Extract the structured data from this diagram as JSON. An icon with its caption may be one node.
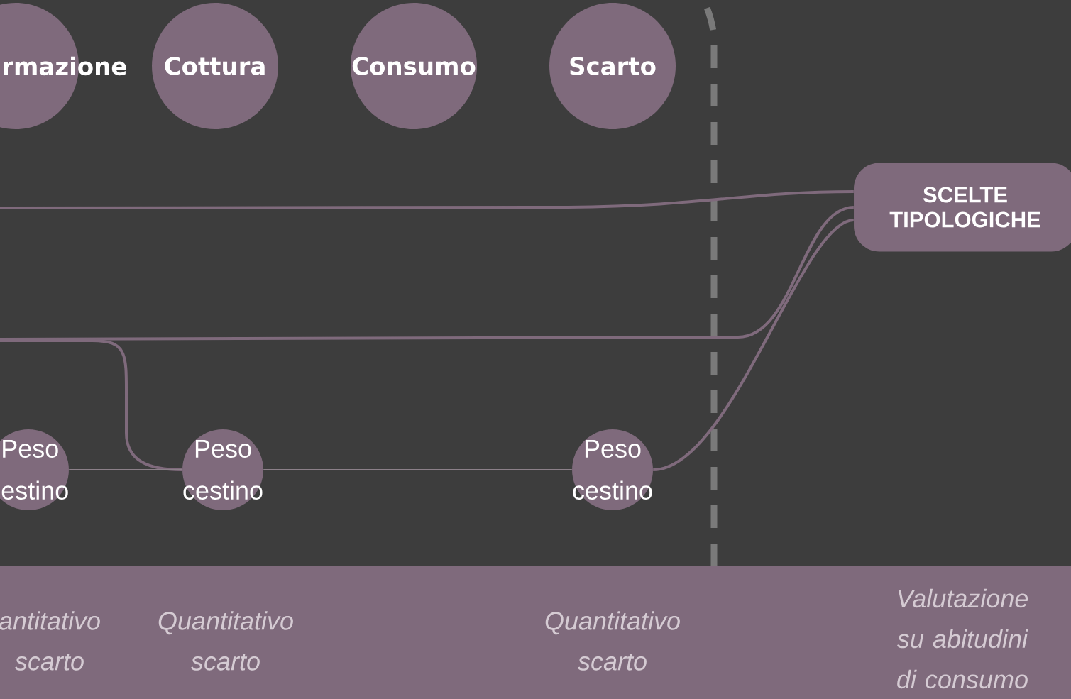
{
  "diagram": {
    "nodes": [
      {
        "text": [
          "rmazione"
        ]
      },
      {
        "text": [
          "Cottura"
        ]
      },
      {
        "text": [
          "Consumo"
        ]
      },
      {
        "text": [
          "Scarto"
        ]
      },
      {
        "text": [
          "SCELTE TIPOLOGICHE"
        ]
      },
      {
        "text": [
          "Peso estino"
        ]
      },
      {
        "text": [
          "Peso cestino"
        ]
      },
      {
        "text": [
          "Peso cestino"
        ]
      }
    ],
    "edges": [
      {
        "from": null,
        "to": 4,
        "arrow": "none"
      },
      {
        "from": null,
        "to": 4,
        "arrow": "none"
      },
      {
        "from": null,
        "to": 6,
        "arrow": "none"
      },
      {
        "from": 5,
        "to": 6,
        "arrow": "none"
      },
      {
        "from": 6,
        "to": 7,
        "arrow": "none"
      },
      {
        "from": 7,
        "to": 4,
        "arrow": "none"
      }
    ],
    "labels": [
      "antitativo scarto",
      "Quantitativo scarto",
      "Quantitativo scarto",
      "Valutazione su abitudini di consumo"
    ]
  }
}
